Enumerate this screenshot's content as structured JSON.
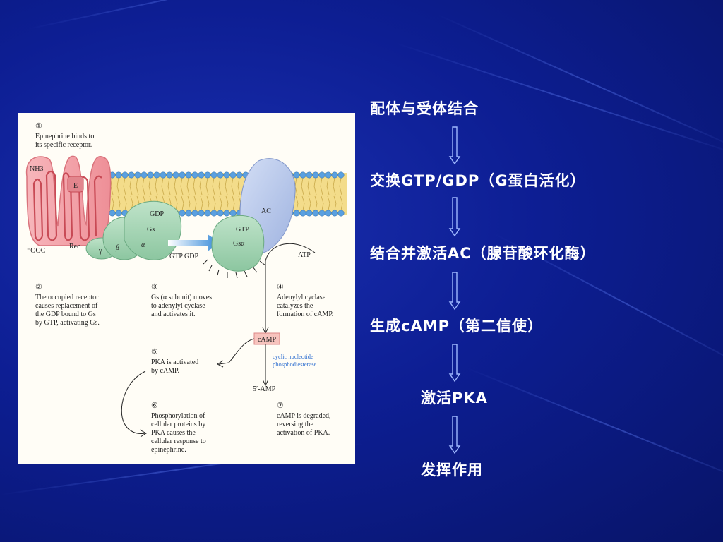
{
  "flow": {
    "steps": [
      "配体与受体结合",
      "交换GTP/GDP（G蛋白活化）",
      "结合并激活AC（腺苷酸环化酶）",
      "生成cAMP（第二信使）",
      "激活PKA",
      "发挥作用"
    ]
  },
  "figure": {
    "step1_num": "①",
    "step1_text": [
      "Epinephrine binds to",
      "its specific receptor."
    ],
    "labels": {
      "nh3": "NH3",
      "e": "E",
      "rec": "Rec",
      "ooc": "⁻OOC",
      "gamma": "γ",
      "beta": "β",
      "alpha": "α",
      "gdp": "GDP",
      "gs": "Gs",
      "ac": "AC",
      "gtp": "GTP",
      "gsa": "Gsα",
      "gtp_gdp": "GTP GDP",
      "atp": "ATP",
      "camp": "cAMP",
      "pde": [
        "cyclic nucleotide",
        "phosphodiesterase"
      ],
      "amp": "5′-AMP"
    },
    "step2_num": "②",
    "step2_text": [
      "The occupied receptor",
      "causes replacement of",
      "the GDP bound to Gs",
      "by GTP, activating Gs."
    ],
    "step3_num": "③",
    "step3_text": [
      "Gs (α subunit) moves",
      "to adenylyl cyclase",
      "and activates it."
    ],
    "step4_num": "④",
    "step4_text": [
      "Adenylyl cyclase",
      "catalyzes the",
      "formation of cAMP."
    ],
    "step5_num": "⑤",
    "step5_text": [
      "PKA is activated",
      "by cAMP."
    ],
    "step6_num": "⑥",
    "step6_text": [
      "Phosphorylation of",
      "cellular proteins by",
      "PKA causes the",
      "cellular response to",
      "epinephrine."
    ],
    "step7_num": "⑦",
    "step7_text": [
      "cAMP is degraded,",
      "reversing the",
      "activation of PKA."
    ]
  },
  "colors": {
    "background": "#0d1e93",
    "flow_text": "#ffffff",
    "arrow": "#9fb8ff",
    "receptor": "#f2a0a6",
    "g_protein": "#9fd0b0",
    "adenylyl_cyclase": "#aebfe6",
    "membrane_head": "#5aa0e0",
    "membrane_tail": "#f3dc8a",
    "pde_text": "#2f6fd0",
    "camp_box": "#f7c3bd"
  }
}
